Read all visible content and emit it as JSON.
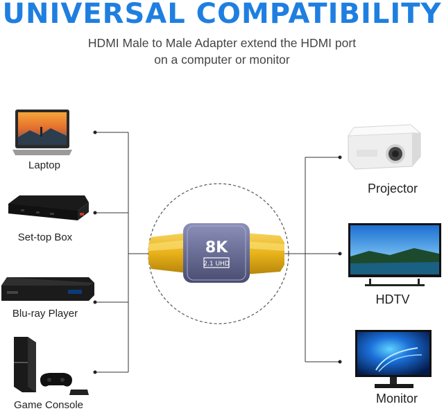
{
  "header": {
    "title": "UNIVERSAL COMPATIBILITY",
    "subtitle_line1": "HDMI Male to Male Adapter extend the HDMI port",
    "subtitle_line2": "on a computer or monitor"
  },
  "adapter": {
    "resolution": "8K",
    "standard": "2.1 UHD"
  },
  "left_devices": [
    {
      "label": "Laptop"
    },
    {
      "label": "Set-top Box"
    },
    {
      "label": "Blu-ray Player"
    },
    {
      "label": "Game Console"
    }
  ],
  "right_devices": [
    {
      "label": "Projector"
    },
    {
      "label": "HDTV"
    },
    {
      "label": "Monitor"
    }
  ],
  "colors": {
    "title": "#1f7fe0",
    "adapter_body": "#6a6e96",
    "connector_gold": "#e8b21a"
  }
}
